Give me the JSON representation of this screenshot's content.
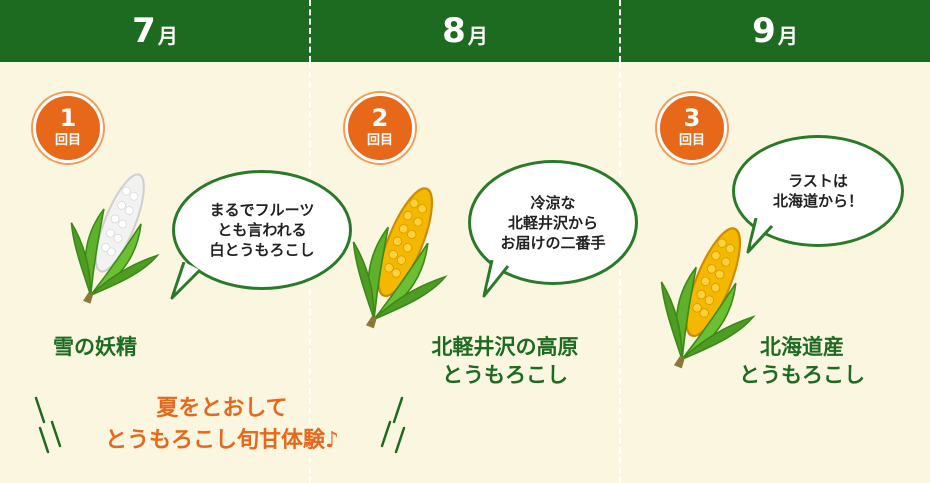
{
  "months": [
    {
      "num": "7",
      "unit": "月"
    },
    {
      "num": "8",
      "unit": "月"
    },
    {
      "num": "9",
      "unit": "月"
    }
  ],
  "rounds": [
    {
      "number": "1",
      "label": "回目",
      "bubble": "まるでフルーツ\nとも言われる\n白とうもろこし",
      "name": "雪の妖精",
      "corn": "white-corn"
    },
    {
      "number": "2",
      "label": "回目",
      "bubble": "冷涼な\n北軽井沢から\nお届けの二番手",
      "name": "北軽井沢の高原\nとうもろこし",
      "corn": "yellow-corn"
    },
    {
      "number": "3",
      "label": "回目",
      "bubble": "ラストは\n北海道から！",
      "name": "北海道産\nとうもろこし",
      "corn": "yellow-corn"
    }
  ],
  "tagline": "夏をとおして\nとうもろこし旬甘体験♪",
  "colors": {
    "header": "#1d6b20",
    "background": "#fbf6e0",
    "badge": "#e8681a",
    "name_text": "#1d6b20",
    "tagline_text": "#e8681a",
    "husk": "#5fb02a",
    "kernel_yellow": "#f5b800",
    "kernel_white": "#f2f2f2"
  }
}
